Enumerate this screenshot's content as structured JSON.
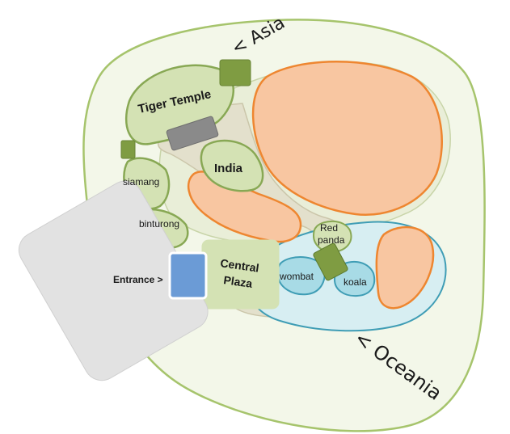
{
  "regions": {
    "asia": "< Asia",
    "oceania": "< Oceania"
  },
  "areas": {
    "tiger_temple": "Tiger Temple",
    "india": "India",
    "siamang": "siamang",
    "binturong": "binturong",
    "entrance": "Entrance >",
    "central_plaza_line1": "Central",
    "central_plaza_line2": "Plaza",
    "red_panda_line1": "Red",
    "red_panda_line2": "panda",
    "wombat": "wombat",
    "koala": "koala"
  },
  "colors": {
    "outer_fill": "#f3f7e9",
    "outer_stroke": "#a6c46c",
    "path_fill": "#e3e0cc",
    "exhibit_fill": "#d4e2b4",
    "exhibit_stroke": "#88a854",
    "orange_fill": "#f8c6a1",
    "orange_stroke": "#ee8630",
    "blue_fill": "#d7eef2",
    "blue_stroke": "#3f9db5",
    "building_green": "#7f9c42",
    "building_gray": "#8a8a8a",
    "entrance_gray": "#e2e2e2",
    "entrance_blue": "#6b9bd6"
  }
}
